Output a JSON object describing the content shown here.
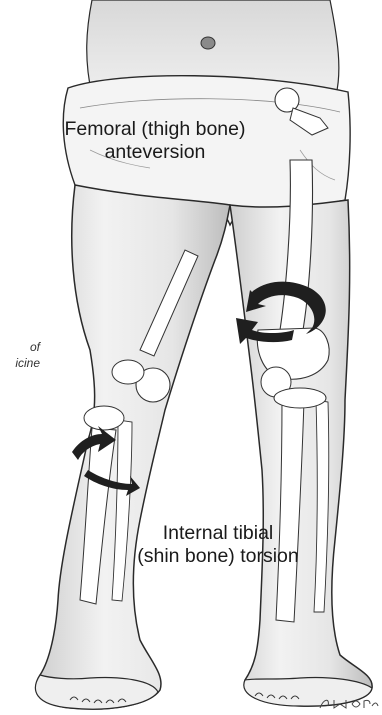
{
  "labels": {
    "femoral_line1": "Femoral (thigh bone)",
    "femoral_line2": "anteversion",
    "tibial_line1": "Internal tibial",
    "tibial_line2": "(shin bone) torsion"
  },
  "side_note": {
    "line1": "of",
    "line2": "icine"
  },
  "signature": "C. Moreau",
  "colors": {
    "skin_fill": "#ebebeb",
    "outline": "#2a2a2a",
    "bone_fill": "#ffffff",
    "arrow": "#1f1f1f"
  },
  "icons": {
    "rotation_arrow_femur": "curved-rotation-arrow",
    "rotation_arrow_tibia": "curved-rotation-arrow"
  }
}
